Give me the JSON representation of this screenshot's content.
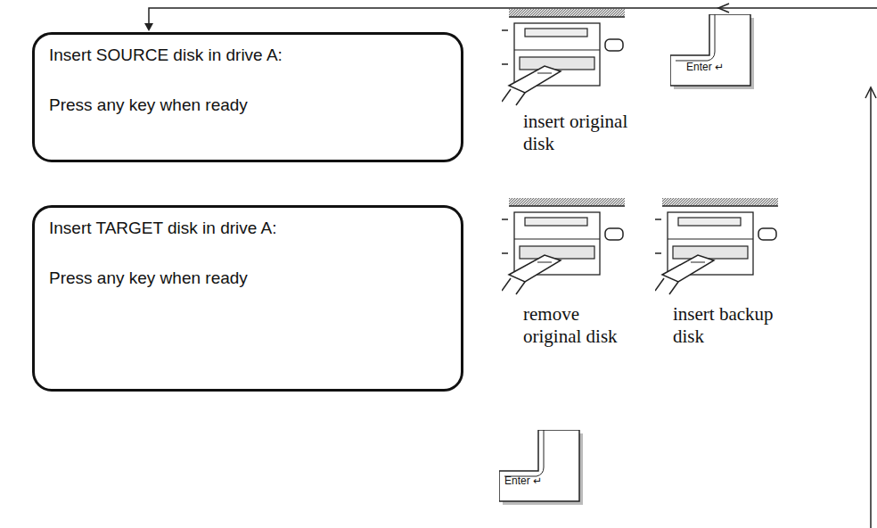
{
  "diagram": {
    "nodes": [
      {
        "text": [
          "Insert SOURCE disk in drive A:",
          "Press any key when ready"
        ]
      },
      {
        "text": [
          "Insert TARGET disk in drive A:",
          "Press any key when ready"
        ]
      }
    ],
    "labels": [
      "Enter ↵",
      "insert original disk",
      "remove original disk",
      "insert backup disk",
      "Enter ↵"
    ]
  }
}
